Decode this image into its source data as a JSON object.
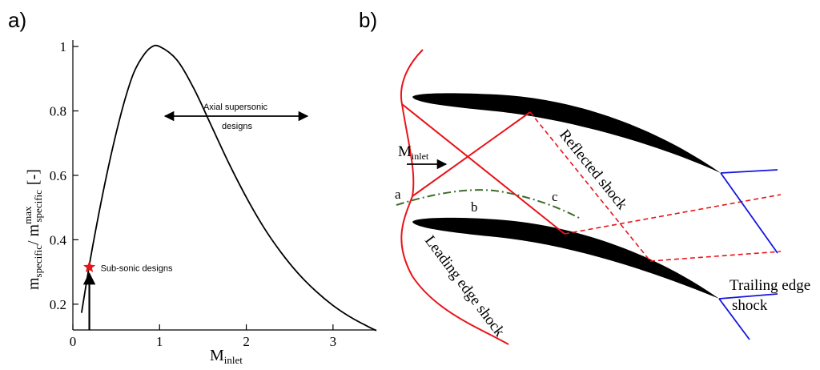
{
  "panel_labels": {
    "a": "a)",
    "b": "b)"
  },
  "chart_data": {
    "type": "line",
    "title": "",
    "xlabel": {
      "main": "M",
      "sub": "inlet"
    },
    "ylabel": {
      "p1": "m",
      "p1sub": "specific",
      "p2": "/ m",
      "p2sup": "max",
      "p2sub": "specific",
      "p3": "[-]"
    },
    "xlim": [
      0,
      3.5
    ],
    "ylim": [
      0.12,
      1.02
    ],
    "xticks": [
      0,
      1,
      2,
      3
    ],
    "yticks": [
      0.2,
      0.4,
      0.6,
      0.8,
      1
    ],
    "ytick_labels": [
      "0.2",
      "0.4",
      "0.6",
      "0.8",
      "1"
    ],
    "xtick_labels": [
      "0",
      "1",
      "2",
      "3"
    ],
    "grid": false,
    "series": [
      {
        "x": [
          0.1,
          0.2,
          0.3,
          0.4,
          0.5,
          0.6,
          0.7,
          0.8,
          0.9,
          1.0,
          1.2,
          1.4,
          1.6,
          1.8,
          2.0,
          2.2,
          2.4,
          2.6,
          2.8,
          3.0,
          3.2,
          3.4,
          3.5
        ],
        "y": [
          0.173,
          0.337,
          0.482,
          0.614,
          0.732,
          0.835,
          0.917,
          0.967,
          0.997,
          1.0,
          0.958,
          0.867,
          0.752,
          0.637,
          0.532,
          0.439,
          0.361,
          0.295,
          0.241,
          0.196,
          0.16,
          0.131,
          0.118
        ]
      }
    ],
    "marker": {
      "x": 0.19,
      "y": 0.315,
      "symbol": "star",
      "color": "#e8141a"
    },
    "annotations": {
      "subsonic": "Sub-sonic designs",
      "supersonic_line1": "Axial supersonic",
      "supersonic_line2": "designs"
    }
  },
  "diagram": {
    "m_inlet": {
      "main": "M",
      "sub": "inlet"
    },
    "points": {
      "a": "a",
      "b": "b",
      "c": "c"
    },
    "reflected_shock": "Reflected shock",
    "leading_edge_shock": "Leading edge shock",
    "trailing_edge_line1": "Trailing edge",
    "trailing_edge_line2": "shock",
    "colors": {
      "shock": "#e8141a",
      "trailing": "#1515e0",
      "sonic": "#3f6b2a",
      "blade": "#000000"
    }
  }
}
